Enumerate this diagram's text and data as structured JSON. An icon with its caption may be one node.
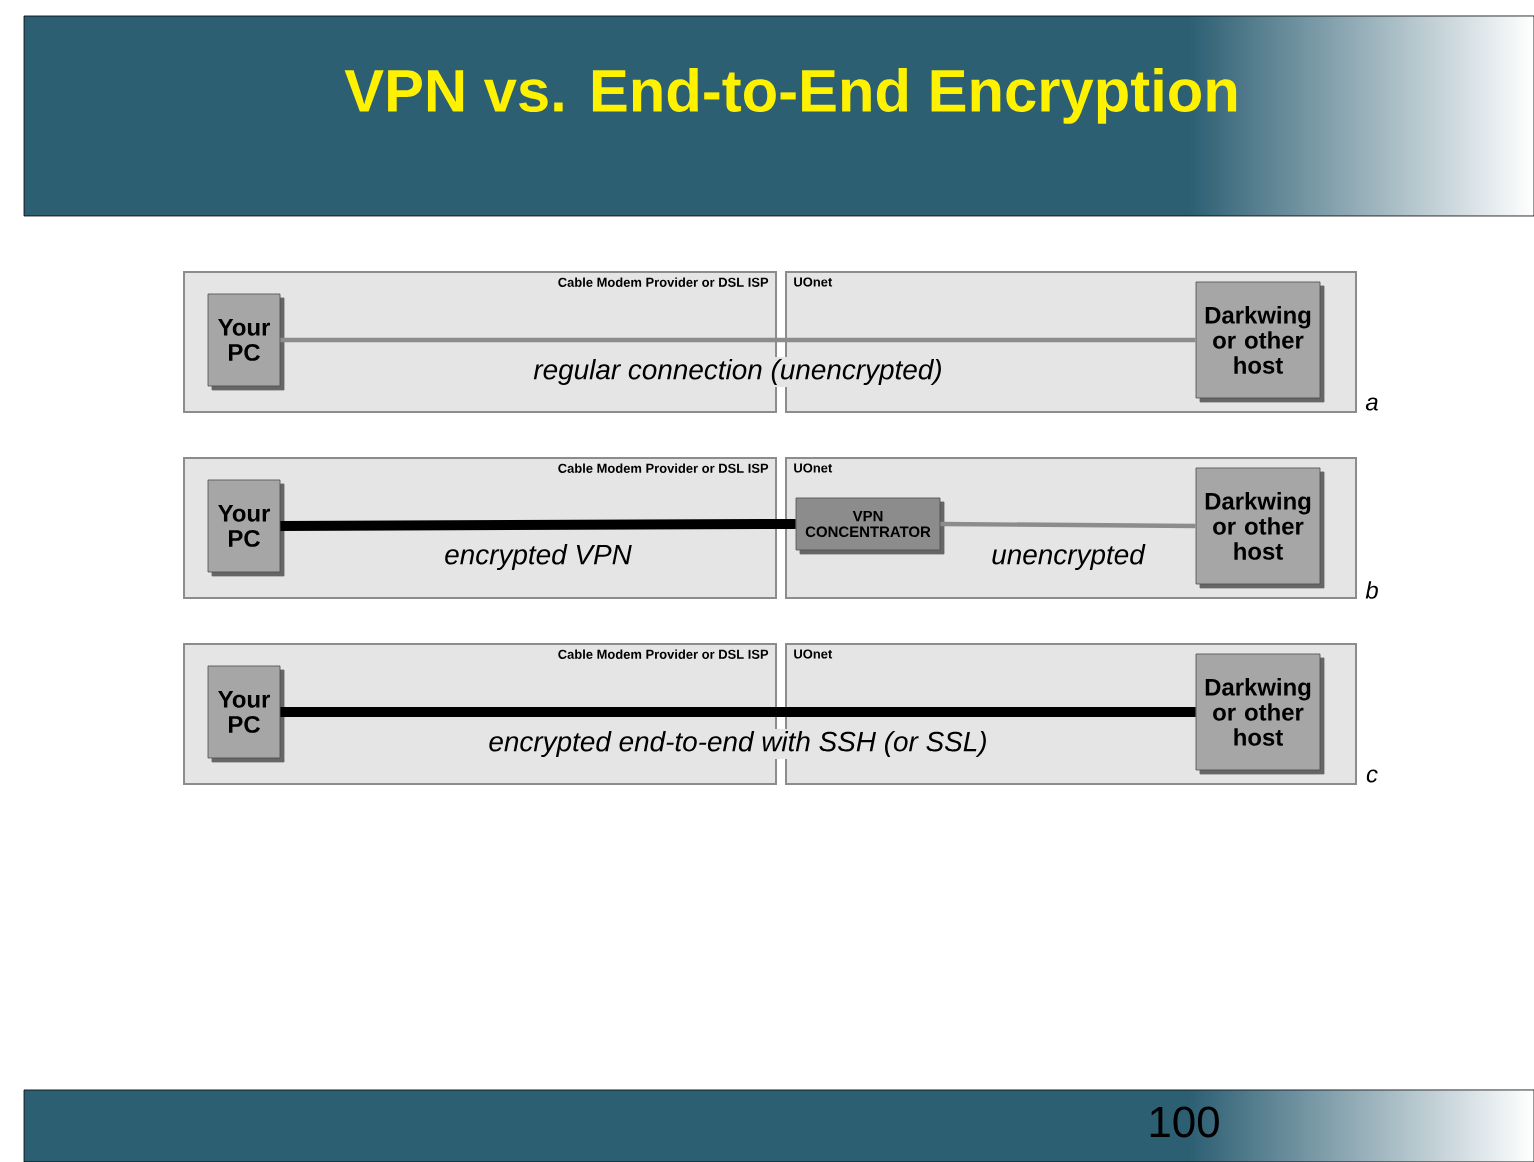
{
  "diagram": {
    "title": "VPN vs. End-to-End Encryption",
    "nodes": [
      {
        "text": [
          "Cable Modem Provider or DSL ISP"
        ]
      },
      {
        "text": [
          "UOnet"
        ]
      },
      {
        "text": [
          "Your PC"
        ],
        "in": 0
      },
      {
        "text": [
          "Darkwing or other host"
        ],
        "in": 1
      },
      {
        "text": [
          "Cable Modem Provider or DSL ISP"
        ]
      },
      {
        "text": [
          "UOnet"
        ]
      },
      {
        "text": [
          "Your PC"
        ],
        "in": 4
      },
      {
        "text": [
          "VPN CONCENTRATOR"
        ],
        "in": 5
      },
      {
        "text": [
          "Darkwing or other host"
        ],
        "in": 5
      },
      {
        "text": [
          "Cable Modem Provider or DSL ISP"
        ]
      },
      {
        "text": [
          "UOnet"
        ]
      },
      {
        "text": [
          "Your PC"
        ],
        "in": 9
      },
      {
        "text": [
          "Darkwing or other host"
        ],
        "in": 10
      }
    ],
    "edges": [
      {
        "from": 2,
        "to": 3,
        "arrow": "none",
        "label": "regular connection (unencrypted)"
      },
      {
        "from": 6,
        "to": 7,
        "arrow": "none",
        "label": "encrypted VPN",
        "style": "thick",
        "color": "#000000"
      },
      {
        "from": 7,
        "to": 8,
        "arrow": "none",
        "label": "unencrypted"
      },
      {
        "from": 11,
        "to": 12,
        "arrow": "none",
        "label": "encrypted end-to-end with SSH (or SSL)",
        "style": "thick",
        "color": "#000000"
      }
    ],
    "labels": [
      "a",
      "b",
      "c",
      "100"
    ]
  }
}
